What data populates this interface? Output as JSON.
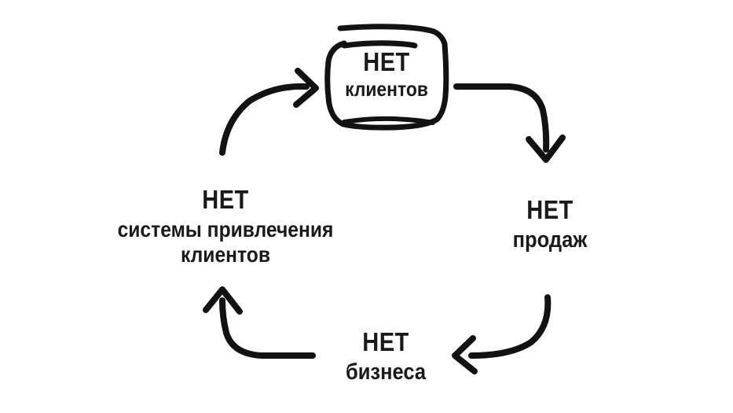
{
  "diagram": {
    "type": "cycle",
    "title": "",
    "background_color": "#ffffff",
    "stroke_color": "#121212",
    "text_color": "#1a1a1a",
    "direction": "clockwise",
    "nodes": [
      {
        "id": "no-clients",
        "position": "top",
        "title": "НЕТ",
        "sub1": "клиентов",
        "sub2": "",
        "boxed": true
      },
      {
        "id": "no-sales",
        "position": "right",
        "title": "НЕТ",
        "sub1": "продаж",
        "sub2": "",
        "boxed": false
      },
      {
        "id": "no-business",
        "position": "bottom",
        "title": "НЕТ",
        "sub1": "бизнеса",
        "sub2": "",
        "boxed": false
      },
      {
        "id": "no-acquisition-system",
        "position": "left",
        "title": "НЕТ",
        "sub1": "системы привлечения",
        "sub2": "клиентов",
        "boxed": false
      }
    ],
    "arrows": [
      {
        "id": "top-to-right",
        "from": "no-clients",
        "to": "no-sales",
        "points_to": "down"
      },
      {
        "id": "right-to-bottom",
        "from": "no-sales",
        "to": "no-business",
        "points_to": "left"
      },
      {
        "id": "bottom-to-left",
        "from": "no-business",
        "to": "no-acquisition-system",
        "points_to": "up"
      },
      {
        "id": "left-to-top",
        "from": "no-acquisition-system",
        "to": "no-clients",
        "points_to": "right"
      }
    ]
  }
}
